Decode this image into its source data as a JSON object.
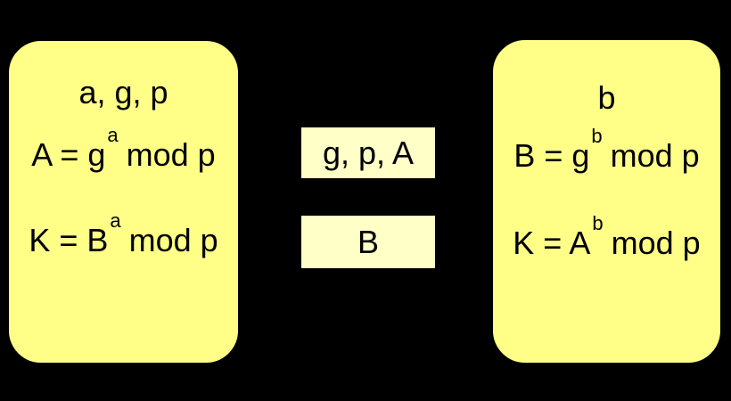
{
  "canvas": {
    "background": "#000000"
  },
  "colors": {
    "party_box_fill": "#ffff88",
    "message_box_fill": "#ffffc8",
    "stroke": "#000000",
    "text": "#000000"
  },
  "left_party": {
    "known_values": "a, g, p",
    "public_formula": {
      "base": "A = g",
      "exp": "a",
      "rest": "mod p"
    },
    "key_formula": {
      "base": "K = B",
      "exp": "a",
      "rest": "mod p"
    }
  },
  "channel": {
    "message_top": "g, p, A",
    "message_bottom": "B"
  },
  "right_party": {
    "known_values": "b",
    "public_formula": {
      "base": "B = g",
      "exp": "b",
      "rest": "mod p"
    },
    "key_formula": {
      "base": "K = A",
      "exp": "b",
      "rest": "mod p"
    }
  }
}
